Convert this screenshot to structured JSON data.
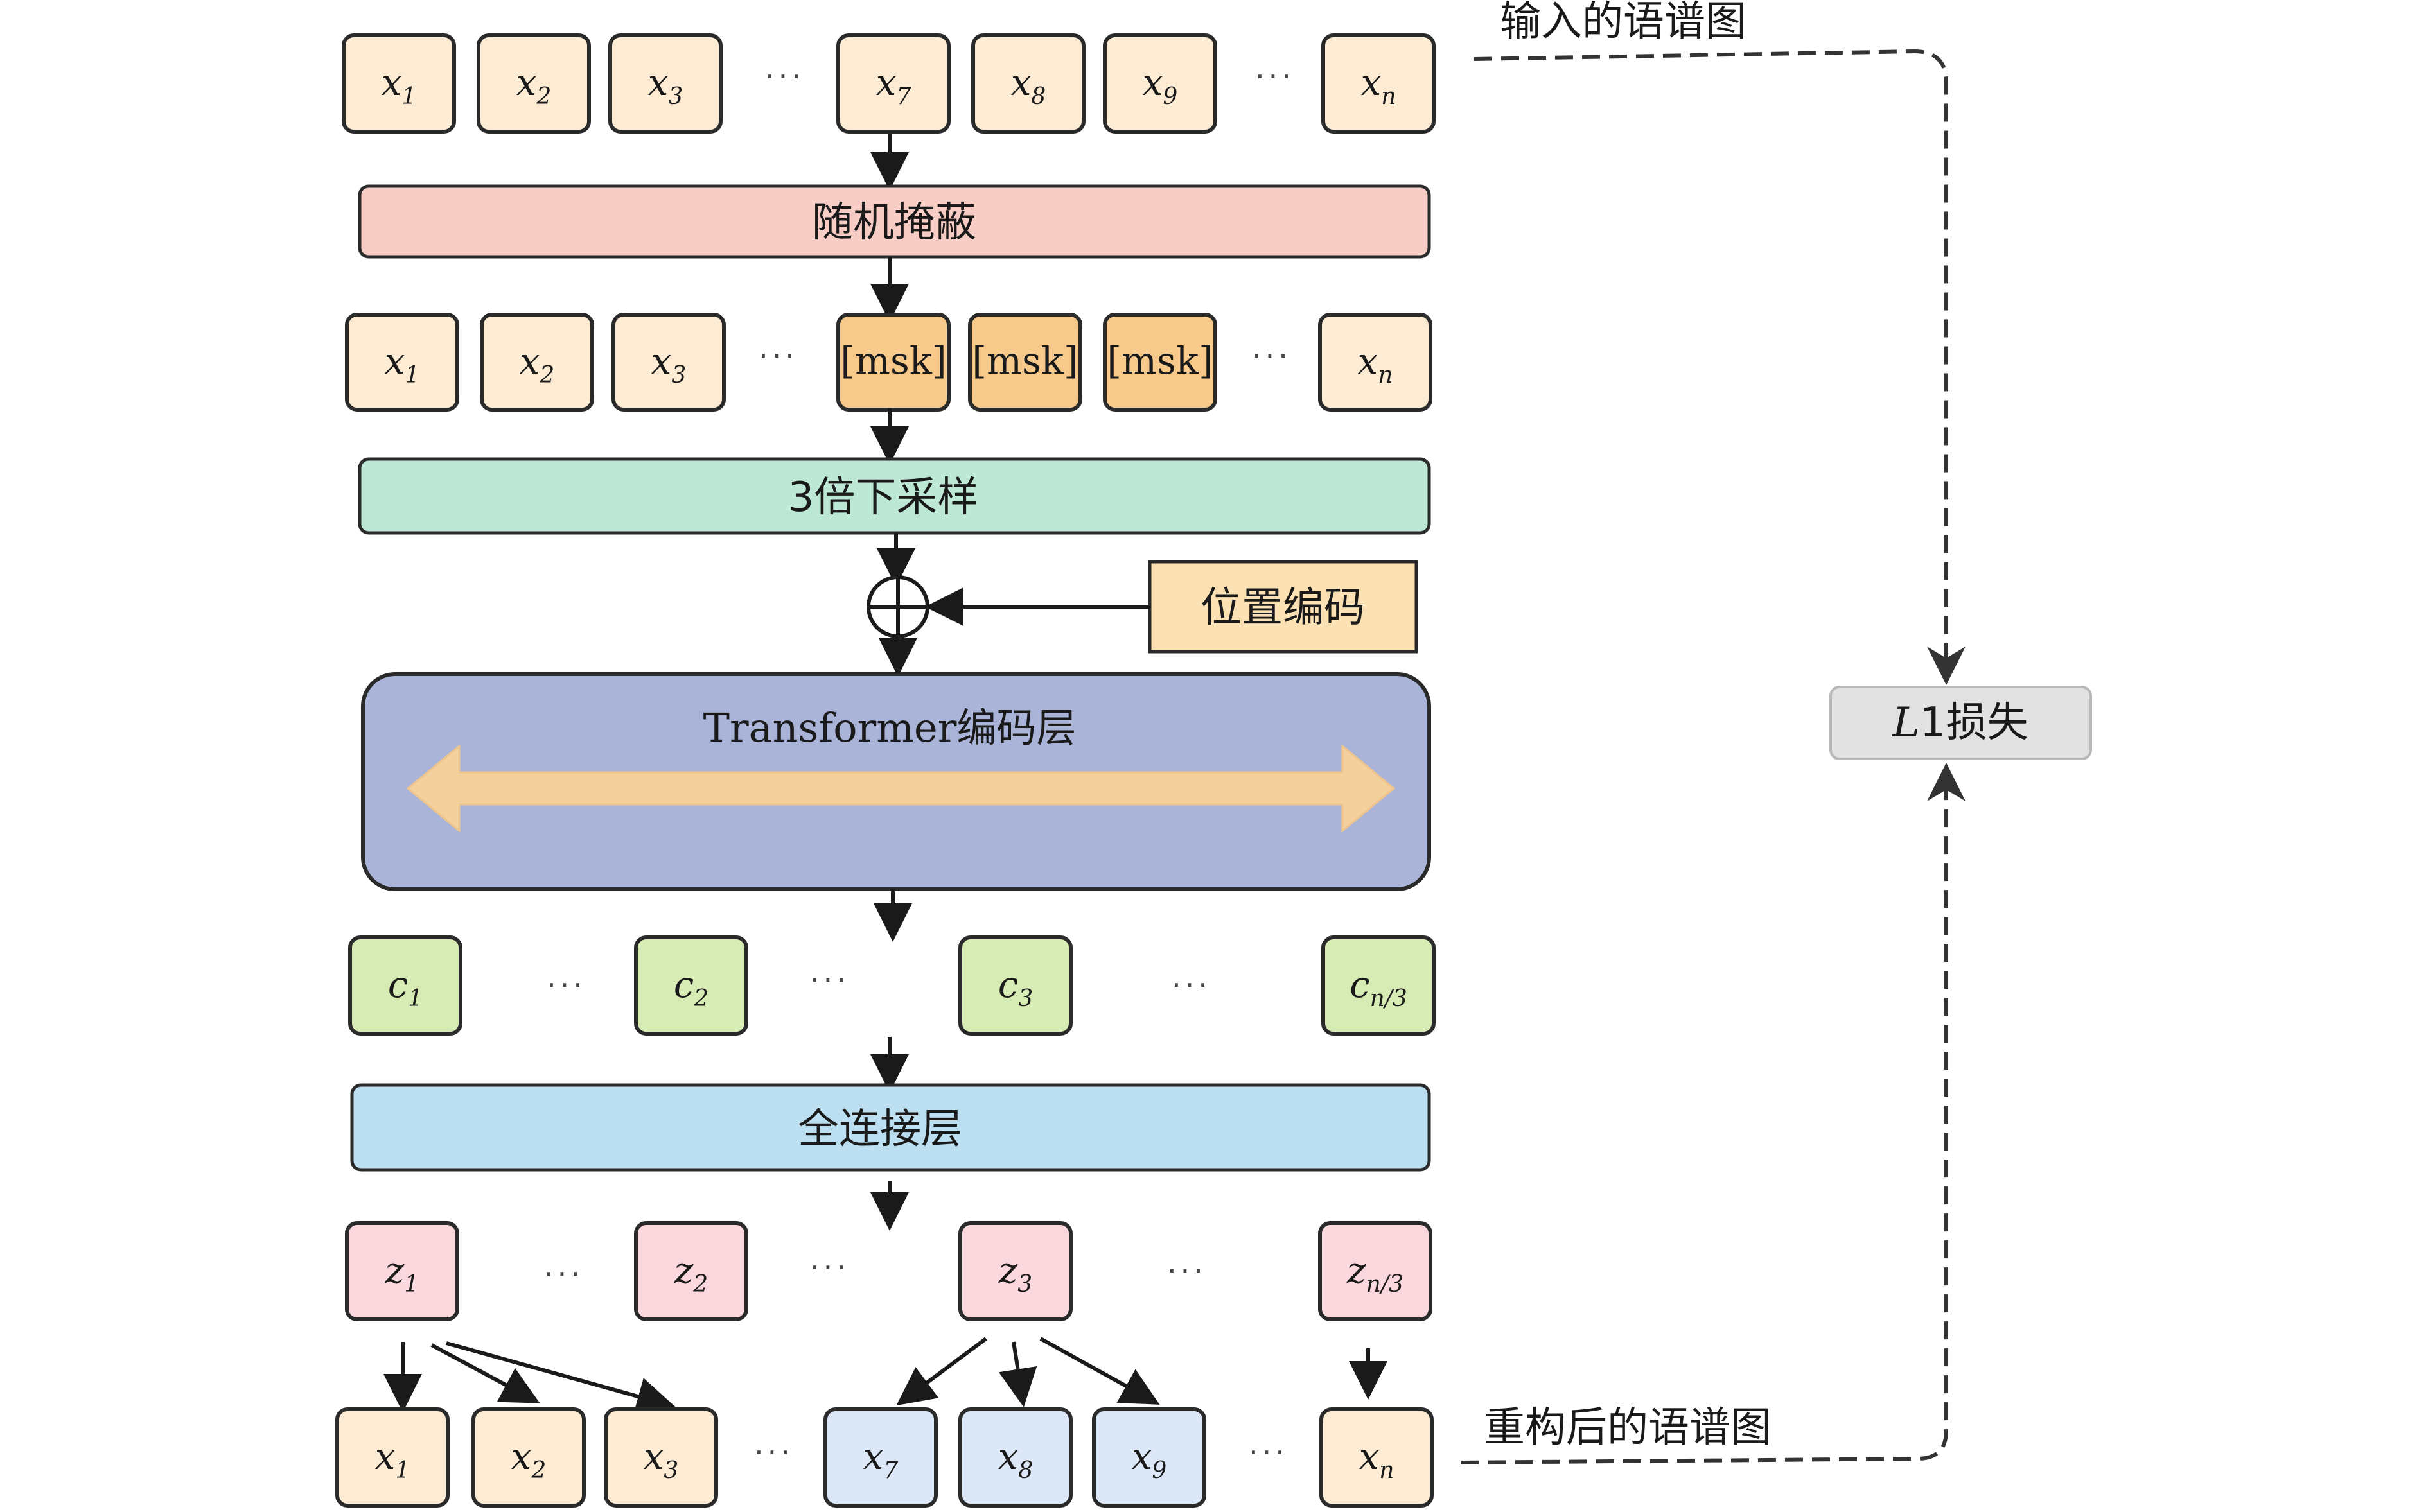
{
  "labels": {
    "input_spectrogram": "输入的语谱图",
    "random_mask": "随机掩蔽",
    "downsample": "3倍下采样",
    "position_encoding": "位置编码",
    "transformer": "Transformer编码层",
    "fully_connected": "全连接层",
    "loss_L": "L",
    "loss_rest": "1损失",
    "reconstructed_spectrogram": "重构后的语谱图",
    "ellipsis": "···"
  },
  "row_input": [
    {
      "base": "x",
      "sub": "1"
    },
    {
      "base": "x",
      "sub": "2"
    },
    {
      "base": "x",
      "sub": "3"
    },
    {
      "base": "x",
      "sub": "7"
    },
    {
      "base": "x",
      "sub": "8"
    },
    {
      "base": "x",
      "sub": "9"
    },
    {
      "base": "x",
      "sub": "n"
    }
  ],
  "row_masked": [
    {
      "base": "x",
      "sub": "1"
    },
    {
      "base": "x",
      "sub": "2"
    },
    {
      "base": "x",
      "sub": "3"
    },
    {
      "text": "[msk]"
    },
    {
      "text": "[msk]"
    },
    {
      "text": "[msk]"
    },
    {
      "base": "x",
      "sub": "n"
    }
  ],
  "row_context": [
    {
      "base": "c",
      "sub": "1"
    },
    {
      "base": "c",
      "sub": "2"
    },
    {
      "base": "c",
      "sub": "3"
    },
    {
      "base": "c",
      "sub": "n/3"
    }
  ],
  "row_z": [
    {
      "base": "z",
      "sub": "1"
    },
    {
      "base": "z",
      "sub": "2"
    },
    {
      "base": "z",
      "sub": "3"
    },
    {
      "base": "z",
      "sub": "n/3"
    }
  ],
  "row_output": [
    {
      "base": "x",
      "sub": "1"
    },
    {
      "base": "x",
      "sub": "2"
    },
    {
      "base": "x",
      "sub": "3"
    },
    {
      "base": "x",
      "sub": "7"
    },
    {
      "base": "x",
      "sub": "8"
    },
    {
      "base": "x",
      "sub": "9"
    },
    {
      "base": "x",
      "sub": "n"
    }
  ],
  "colors": {
    "token_fill": "#fdebd3",
    "mask_fill": "#f7c98a",
    "mask_bar": "#f7cdc6",
    "downsample_bar": "#bde8d6",
    "position_box": "#fbe1b4",
    "transformer_fill": "#a9b4d8",
    "transformer_arrow": "#f9d29a",
    "context_fill": "#d7ecb4",
    "fc_bar": "#bce0f1",
    "z_fill": "#fad8de",
    "recon_fill": "#dce8f8",
    "loss_fill": "#e2e2e2"
  }
}
